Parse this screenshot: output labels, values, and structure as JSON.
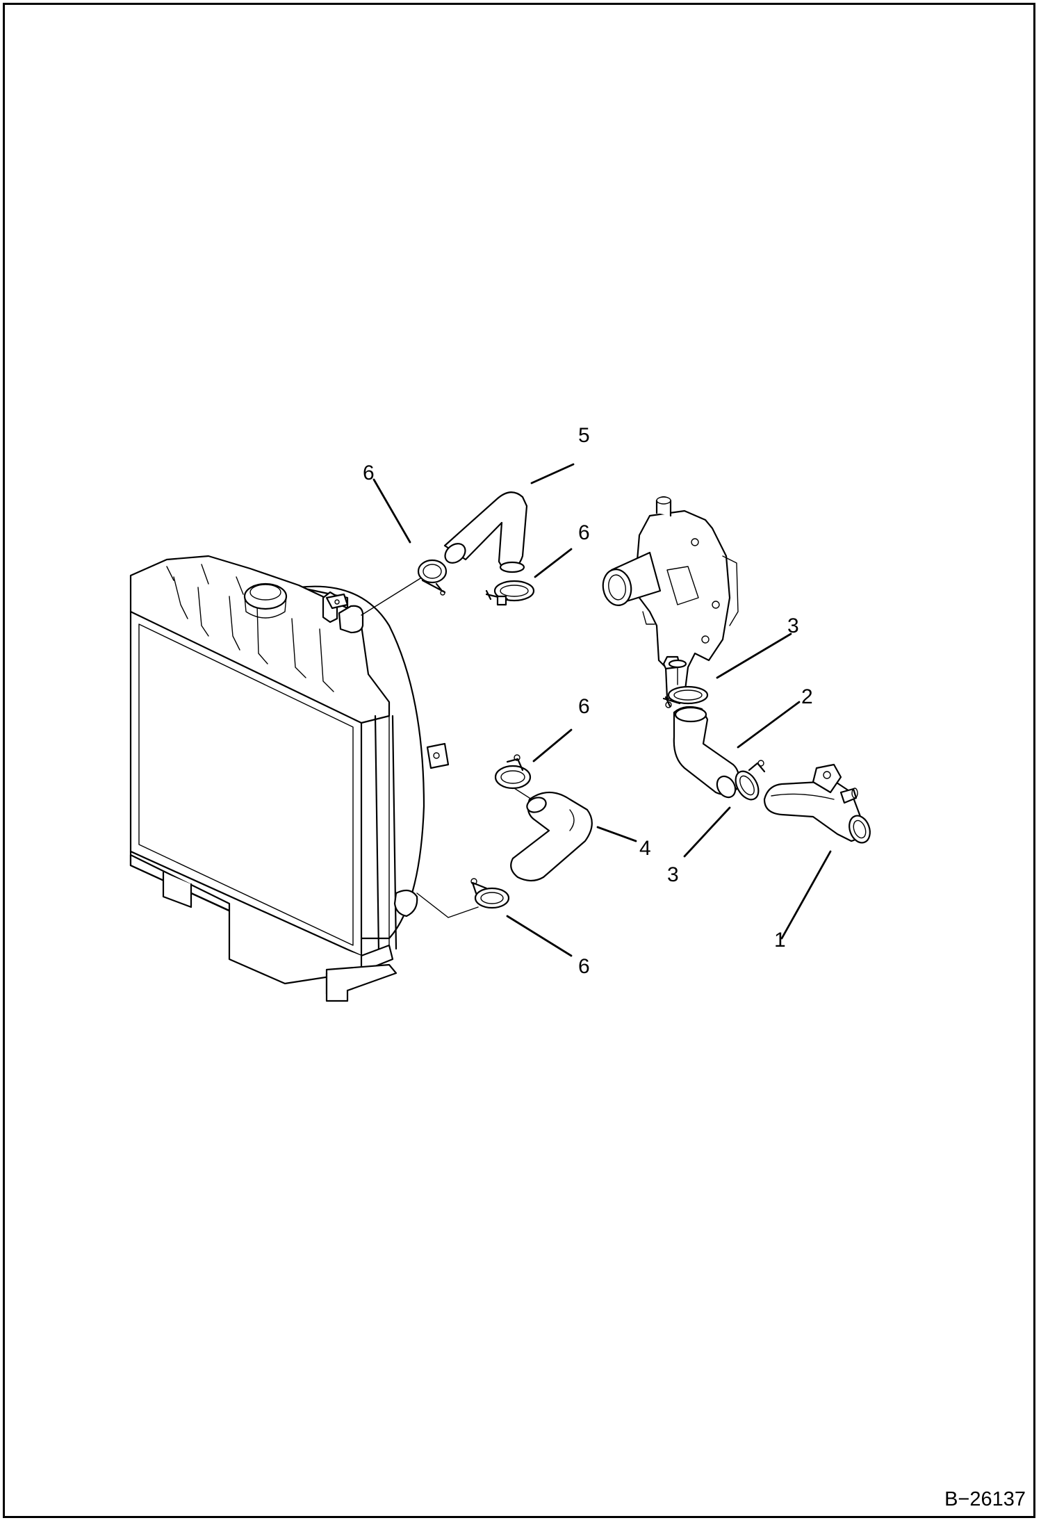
{
  "callouts": {
    "c1": "1",
    "c2": "2",
    "c3a": "3",
    "c3b": "3",
    "c4": "4",
    "c5": "5",
    "c6a": "6",
    "c6b": "6",
    "c6c": "6",
    "c6d": "6"
  },
  "document_number": "B−26137",
  "parts": [
    {
      "ref": "1",
      "component": "water-outlet-pipe"
    },
    {
      "ref": "2",
      "component": "pump-hose"
    },
    {
      "ref": "3",
      "component": "hose-clamp"
    },
    {
      "ref": "4",
      "component": "lower-radiator-hose"
    },
    {
      "ref": "5",
      "component": "upper-radiator-hose"
    },
    {
      "ref": "6",
      "component": "hose-clamp"
    }
  ]
}
